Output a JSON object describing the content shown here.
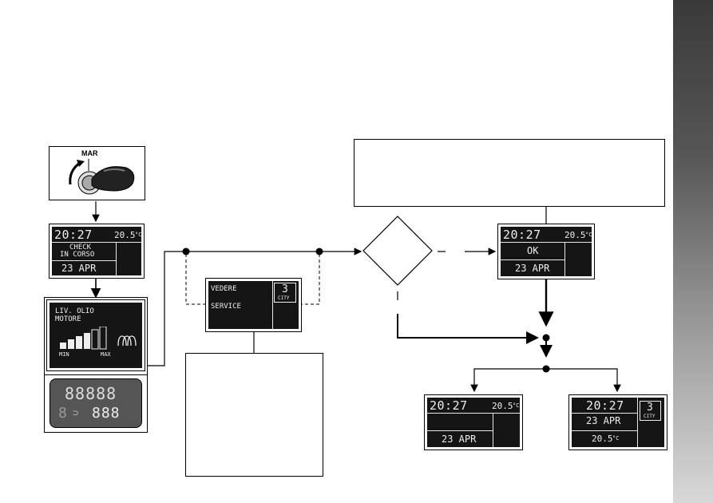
{
  "key_panel": {
    "label": "MAR"
  },
  "display_check": {
    "time": "20:27",
    "temp": "20.5",
    "unit": "°C",
    "msg_line1": "CHECK",
    "msg_line2": "IN CORSO",
    "date": "23 APR"
  },
  "oil_panel": {
    "title_line1": "LIV. OLIO",
    "title_line2": "MOTORE",
    "min": "MIN",
    "max": "MAX"
  },
  "odometer": {
    "total": "88888",
    "trip_digits": "888",
    "left_digit": "8"
  },
  "display_service": {
    "line1": "VEDERE",
    "line2": "SERVICE",
    "gear": "3",
    "mode": "CITY"
  },
  "display_ok": {
    "time": "20:27",
    "temp": "20.5",
    "unit": "°C",
    "msg": "OK",
    "date": "23 APR"
  },
  "display_final_a": {
    "time": "20:27",
    "temp": "20.5",
    "unit": "°C",
    "date": "23 APR"
  },
  "display_final_b": {
    "time": "20:27",
    "date": "23 APR",
    "temp": "20.5",
    "unit": "°C",
    "gear": "3",
    "mode": "CITY"
  }
}
